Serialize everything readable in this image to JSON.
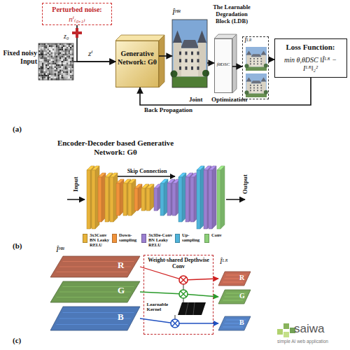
{
  "diagram": {
    "nodes": [
      {
        "text": [
          "Perturbed noise:",
          "nⁱ₍₀,₁₎"
        ]
      },
      {
        "text": [
          "Fixed noisy Input",
          "z₀"
        ]
      },
      {
        "text": [
          "Generative Network: Gθ"
        ]
      },
      {
        "text": [
          "Îᴴᴿ"
        ]
      },
      {
        "text": [
          "The Learnable Degradation Block (LDB)",
          "fθDSC"
        ]
      },
      {
        "text": [
          "Îᴸᴿ"
        ]
      },
      {
        "text": [
          "Loss Function:",
          "min θ,θDSC ‖Îᴸᴿ − Iᴸᴿ‖₂²"
        ]
      },
      {
        "text": [
          "R"
        ]
      },
      {
        "text": [
          "G"
        ]
      },
      {
        "text": [
          "B"
        ]
      },
      {
        "text": [
          "Weight-shared Depthwise Conv"
        ]
      },
      {
        "text": [
          "Learnable Kernel"
        ],
        "in": 10
      },
      {
        "text": [
          "R"
        ]
      },
      {
        "text": [
          "G"
        ]
      },
      {
        "text": [
          "B"
        ]
      }
    ],
    "edges": [
      {
        "from": 0,
        "to": 2,
        "arrow": "to"
      },
      {
        "from": 1,
        "to": 2,
        "label": "zⁱ",
        "arrow": "to"
      },
      {
        "from": 2,
        "to": 3,
        "arrow": "to"
      },
      {
        "from": 3,
        "to": 4,
        "arrow": "to"
      },
      {
        "from": 4,
        "to": 5,
        "arrow": "to"
      },
      {
        "from": 5,
        "to": 6,
        "arrow": "to"
      },
      {
        "from": 6,
        "to": 2,
        "label": "Back Propagation",
        "arrow": "to"
      },
      {
        "from": 7,
        "to": 12,
        "arrow": "to"
      },
      {
        "from": 8,
        "to": 13,
        "arrow": "to"
      },
      {
        "from": 9,
        "to": 14,
        "arrow": "to"
      }
    ],
    "labels": [
      "Joint",
      "Optimization",
      "(a)",
      "Encoder-Decoder based Generative Network: Gθ",
      "Input",
      "Skip Connection",
      "Output",
      "(b)",
      "Îᴴᴿ",
      "Îᴸᴿ",
      "(c)",
      "saiwa",
      "simple AI web application"
    ],
    "legend": [
      {
        "text": "3x3Conv BN Leaky RELU",
        "color": "#e8b33a"
      },
      {
        "text": "Down-sampling",
        "color": "#f0923a"
      },
      {
        "text": "3x3De-Conv BN Leaky RELU",
        "color": "#9b7fd0"
      },
      {
        "text": "Up-sampling",
        "color": "#4fb3d9"
      },
      {
        "text": "Conv",
        "color": "#8ccf78"
      }
    ]
  }
}
